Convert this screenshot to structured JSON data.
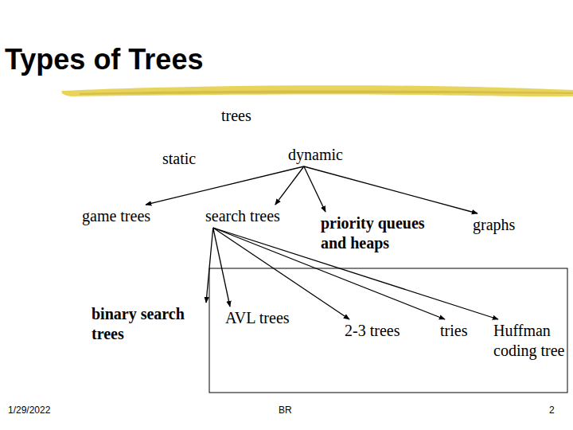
{
  "diagram": {
    "title": "Types of Trees",
    "nodes": [
      {
        "text": [
          "trees"
        ]
      },
      {
        "text": [
          "static"
        ]
      },
      {
        "text": [
          "dynamic"
        ]
      },
      {
        "text": [
          "game trees"
        ]
      },
      {
        "text": [
          "search trees"
        ]
      },
      {
        "text": [
          "priority queues and heaps"
        ]
      },
      {
        "text": [
          "graphs"
        ]
      },
      {
        "text": [
          "binary search trees"
        ]
      },
      {
        "text": [
          "AVL trees"
        ]
      },
      {
        "text": [
          "2-3 trees"
        ]
      },
      {
        "text": [
          "tries"
        ]
      },
      {
        "text": [
          "Huffman coding tree"
        ]
      }
    ],
    "edges": [
      {
        "from": 2,
        "to": 3,
        "arrow": "to"
      },
      {
        "from": 2,
        "to": 4,
        "arrow": "to"
      },
      {
        "from": 2,
        "to": 5,
        "arrow": "to"
      },
      {
        "from": 2,
        "to": 6,
        "arrow": "to"
      },
      {
        "from": 4,
        "to": 7,
        "arrow": "to"
      },
      {
        "from": 4,
        "to": 8,
        "arrow": "to"
      },
      {
        "from": 4,
        "to": 9,
        "arrow": "to"
      },
      {
        "from": 4,
        "to": 10,
        "arrow": "to"
      },
      {
        "from": 4,
        "to": 11,
        "arrow": "to"
      }
    ],
    "labels": [
      "1/29/2022",
      "BR",
      "2"
    ]
  }
}
